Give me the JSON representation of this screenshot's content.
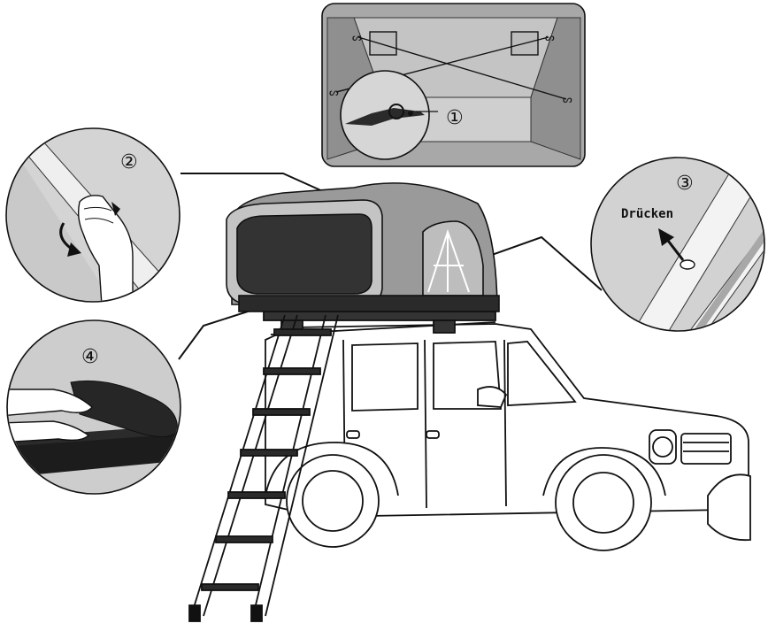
{
  "markers": {
    "step1": "①",
    "step2": "②",
    "step3": "③",
    "step4": "④"
  },
  "annotations": {
    "press_label": "Drücken"
  },
  "palette": {
    "outline": "#111111",
    "tent_gray": "#9a9a9a",
    "panel_gray": "#bdbdbd",
    "dark": "#2a2a2a",
    "light": "#d9d9d9"
  }
}
